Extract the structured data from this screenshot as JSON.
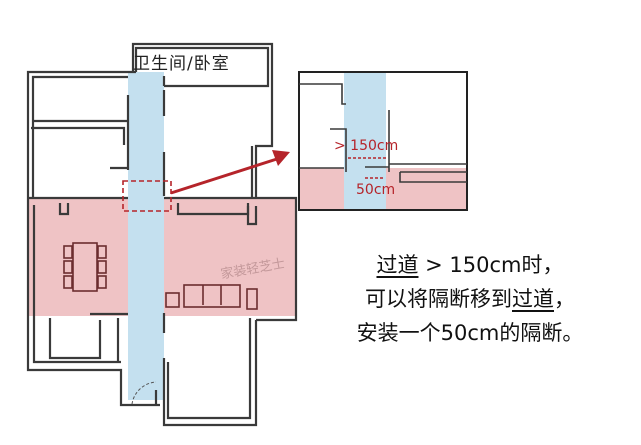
{
  "labels": {
    "room_top": "卫生间/卧室",
    "dim_corridor": "> 150cm",
    "dim_partition": "50cm",
    "watermark": "家装轻芝士"
  },
  "caption": {
    "line1_a": "过道",
    "line1_b": " > 150cm时，",
    "line2_a": "可以将隔断移到",
    "line2_b": "过道",
    "line2_c": "，",
    "line3": "安装一个50cm的隔断。"
  },
  "colors": {
    "corridor_blue": "#c4e0ef",
    "living_pink": "#efc3c5",
    "wall": "#3a3a3a",
    "accent_red": "#b5242a"
  }
}
